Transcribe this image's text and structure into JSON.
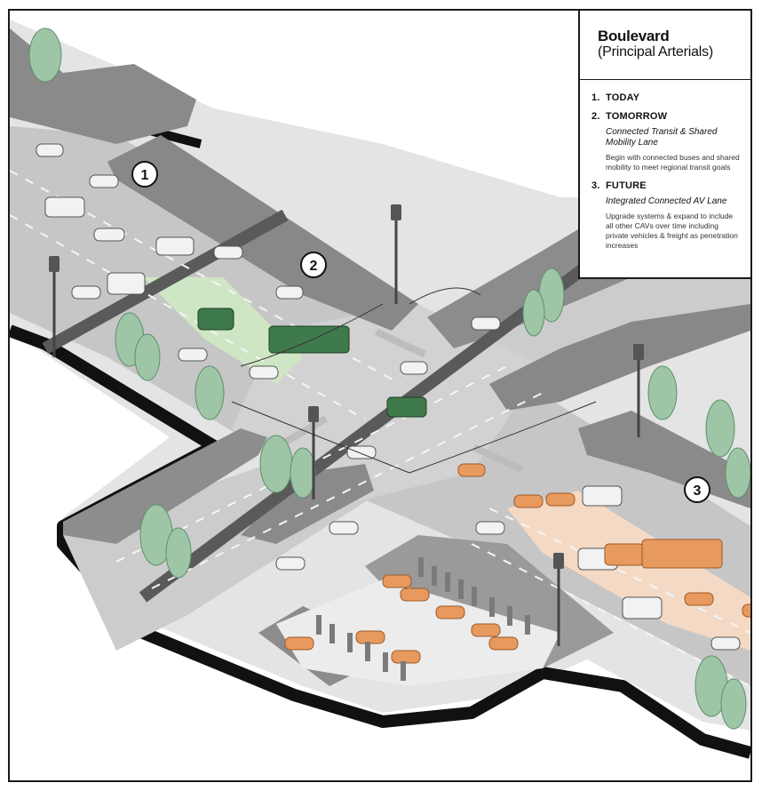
{
  "legend": {
    "title": "Boulevard",
    "subtitle": "(Principal Arterials)",
    "stages": [
      {
        "num": "1.",
        "label": "TODAY",
        "subtitle": "",
        "description": ""
      },
      {
        "num": "2.",
        "label": "TOMORROW",
        "subtitle": "Connected Transit & Shared Mobility Lane",
        "description": "Begin with connected buses and shared mobility to meet regional transit goals"
      },
      {
        "num": "3.",
        "label": "FUTURE",
        "subtitle": "Integrated Connected AV Lane",
        "description": "Upgrade systems & expand to include all other CAVs over time including private vehicles & freight as penetration increases"
      }
    ]
  },
  "markers": [
    {
      "label": "1"
    },
    {
      "label": "2"
    },
    {
      "label": "3"
    }
  ],
  "colors": {
    "road": "#c9c9c9",
    "sidewalk": "#7f7f7f",
    "ground": "#e6e6e6",
    "transit_lane": "#cfe6c4",
    "av_lane": "#f4d9c4",
    "green_vehicle": "#3f7a4c",
    "orange_vehicle": "#e89a5e",
    "tree": "#8fbc9a",
    "outline": "#1a1a1a"
  }
}
